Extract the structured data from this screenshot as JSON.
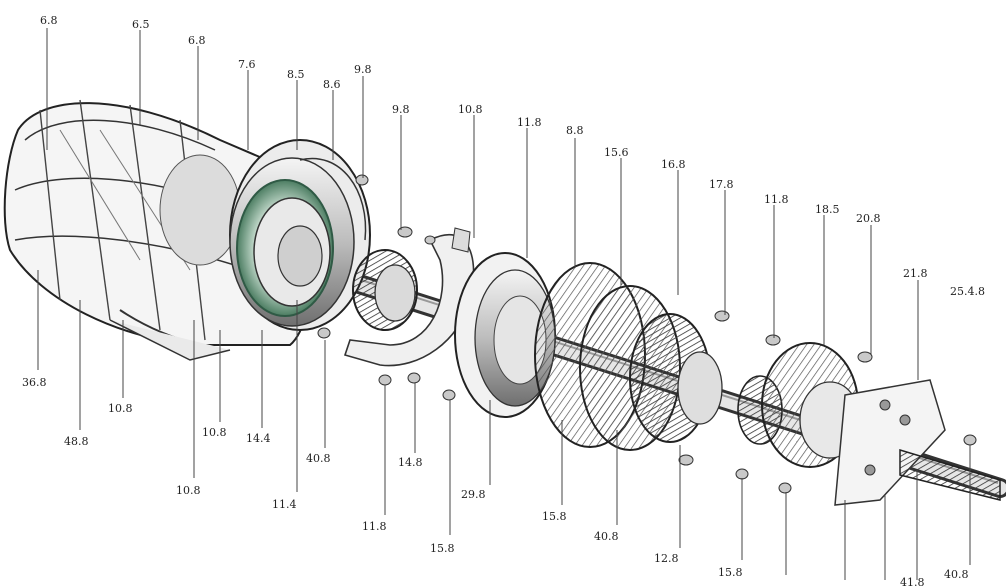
{
  "diagram": {
    "labels_top": [
      "6.8",
      "6.5",
      "6.8",
      "7.6",
      "8.5",
      "8.6",
      "9.8",
      "9.8",
      "10.8",
      "11.8",
      "8.8",
      "15.6",
      "16.8",
      "17.8",
      "11.8",
      "18.5",
      "20.8",
      "21.8"
    ],
    "labels_bottom": [
      "36.8",
      "48.8",
      "10.8",
      "10.8",
      "10.8",
      "14.4",
      "11.4",
      "40.8",
      "11.8",
      "14.8",
      "15.8",
      "29.8",
      "15.8",
      "40.8",
      "12.8",
      "15.8",
      "41.8",
      "40.8"
    ],
    "label_right": "25.4.8"
  }
}
